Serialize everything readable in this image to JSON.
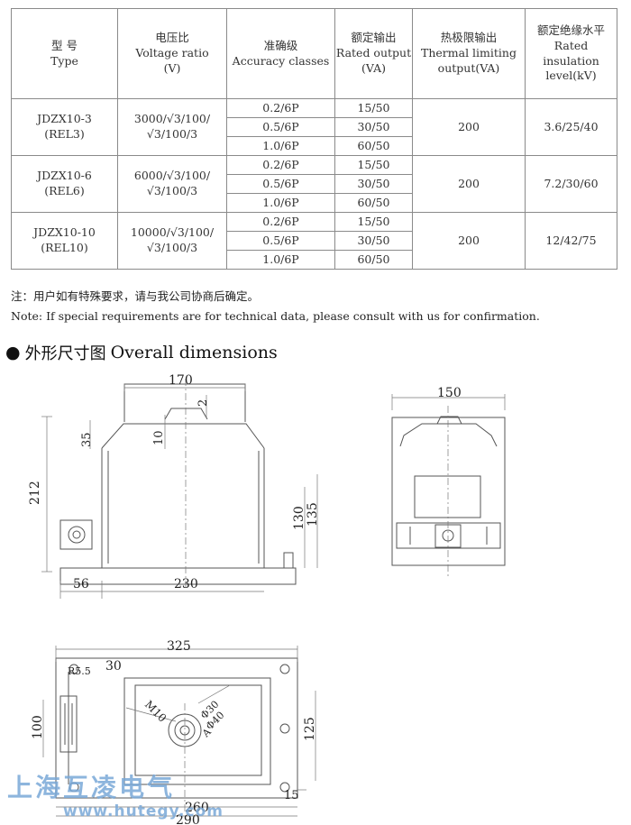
{
  "table": {
    "headers": [
      {
        "cn": "型  号",
        "en": "Type",
        "unit": ""
      },
      {
        "cn": "电压比",
        "en": "Voltage ratio",
        "unit": "(V)"
      },
      {
        "cn": "准确级",
        "en": "Accuracy classes",
        "unit": ""
      },
      {
        "cn": "额定输出",
        "en": "Rated output",
        "unit": "(VA)"
      },
      {
        "cn": "热极限输出",
        "en": "Thermal limiting",
        "unit": "output(VA)"
      },
      {
        "cn": "额定绝缘水平",
        "en": "Rated insulation",
        "unit": "level(kV)"
      }
    ],
    "groups": [
      {
        "type_line1": "JDZX10-3",
        "type_line2": "(REL3)",
        "ratio_line1": "3000/√3/100/",
        "ratio_line2": "√3/100/3",
        "rows": [
          {
            "accuracy": "0.2/6P",
            "output": "15/50"
          },
          {
            "accuracy": "0.5/6P",
            "output": "30/50"
          },
          {
            "accuracy": "1.0/6P",
            "output": "60/50"
          }
        ],
        "thermal": "200",
        "insulation": "3.6/25/40"
      },
      {
        "type_line1": "JDZX10-6",
        "type_line2": "(REL6)",
        "ratio_line1": "6000/√3/100/",
        "ratio_line2": "√3/100/3",
        "rows": [
          {
            "accuracy": "0.2/6P",
            "output": "15/50"
          },
          {
            "accuracy": "0.5/6P",
            "output": "30/50"
          },
          {
            "accuracy": "1.0/6P",
            "output": "60/50"
          }
        ],
        "thermal": "200",
        "insulation": "7.2/30/60"
      },
      {
        "type_line1": "JDZX10-10",
        "type_line2": "(REL10)",
        "ratio_line1": "10000/√3/100/",
        "ratio_line2": "√3/100/3",
        "rows": [
          {
            "accuracy": "0.2/6P",
            "output": "15/50"
          },
          {
            "accuracy": "0.5/6P",
            "output": "30/50"
          },
          {
            "accuracy": "1.0/6P",
            "output": "60/50"
          }
        ],
        "thermal": "200",
        "insulation": "12/42/75"
      }
    ]
  },
  "notes": {
    "cn": "注：用户如有特殊要求，请与我公司协商后确定。",
    "en": "Note: If special requirements are for technical data, please consult with us for confirmation."
  },
  "section": {
    "bullet": "●",
    "title_cn": "外形尺寸图",
    "title_en": "Overall dimensions"
  },
  "dimensions": {
    "front": {
      "top_width": "170",
      "offset_2": "2",
      "d35": "35",
      "d10": "10",
      "height": "212",
      "d130": "130",
      "d135": "135",
      "d56": "56",
      "base_width": "230"
    },
    "side": {
      "width": "150"
    },
    "top": {
      "length": "325",
      "r": "R5.5",
      "d30": "30",
      "d100": "100",
      "m10": "M10",
      "phi30": "Φ30",
      "phi40": "Φ40",
      "a_label": "A",
      "d125": "125",
      "d15": "15",
      "d260": "260",
      "d290": "290"
    }
  },
  "watermark": {
    "name": "上海互凌电气",
    "url": "www.hutegy.com"
  },
  "colors": {
    "line": "#555555",
    "dim": "#666666",
    "border": "#8a8a8a",
    "watermark": "#7aa9d8"
  }
}
